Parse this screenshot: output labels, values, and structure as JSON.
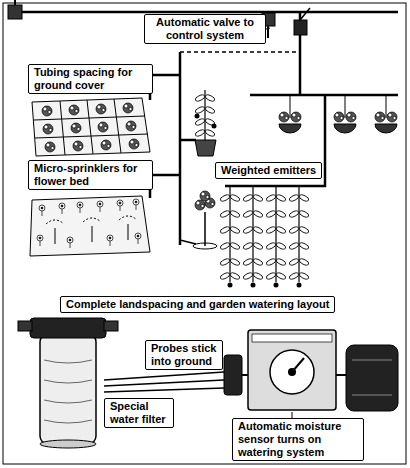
{
  "diagram": {
    "nodes": [
      {
        "text": [
          "Automatic valve to control system"
        ]
      },
      {
        "text": [
          "Tubing spacing for ground cover"
        ]
      },
      {
        "text": [
          "Micro-sprinklers for flower bed"
        ]
      },
      {
        "text": [
          "Weighted emitters"
        ]
      },
      {
        "text": [
          "Complete landspacing and garden watering layout"
        ]
      },
      {
        "text": [
          "Probes stick into ground"
        ]
      },
      {
        "text": [
          "Special water filter"
        ]
      },
      {
        "text": [
          "Automatic moisture sensor turns on watering system"
        ]
      }
    ]
  }
}
